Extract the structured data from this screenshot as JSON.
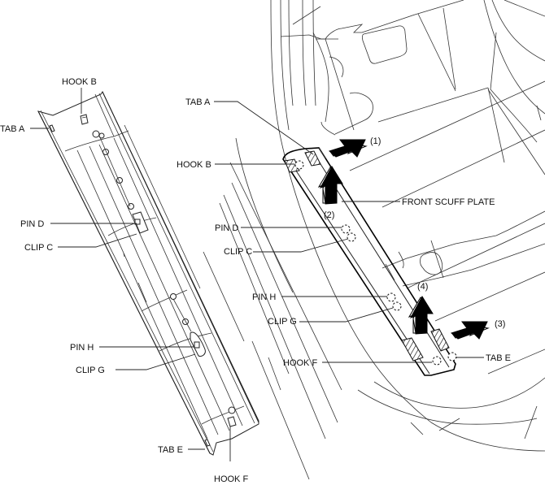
{
  "figure": {
    "left_panel": {
      "part": "front-scuff-plate-back-view",
      "labels": {
        "hook_b": "HOOK B",
        "tab_a": "TAB A",
        "pin_d": "PIN D",
        "clip_c": "CLIP C",
        "pin_h": "PIN H",
        "clip_g": "CLIP G",
        "tab_e": "TAB E",
        "hook_f": "HOOK F"
      }
    },
    "right_panel": {
      "part": "front-scuff-plate-installed-view",
      "labels": {
        "tab_a": "TAB A",
        "hook_b": "HOOK B",
        "pin_d": "PIN D",
        "clip_c": "CLIP C",
        "pin_h": "PIN H",
        "clip_g": "CLIP G",
        "hook_f": "HOOK F",
        "tab_e": "TAB E",
        "front_scuff_plate": "FRONT SCUFF PLATE"
      },
      "steps": [
        "(1)",
        "(2)",
        "(3)",
        "(4)"
      ]
    }
  }
}
